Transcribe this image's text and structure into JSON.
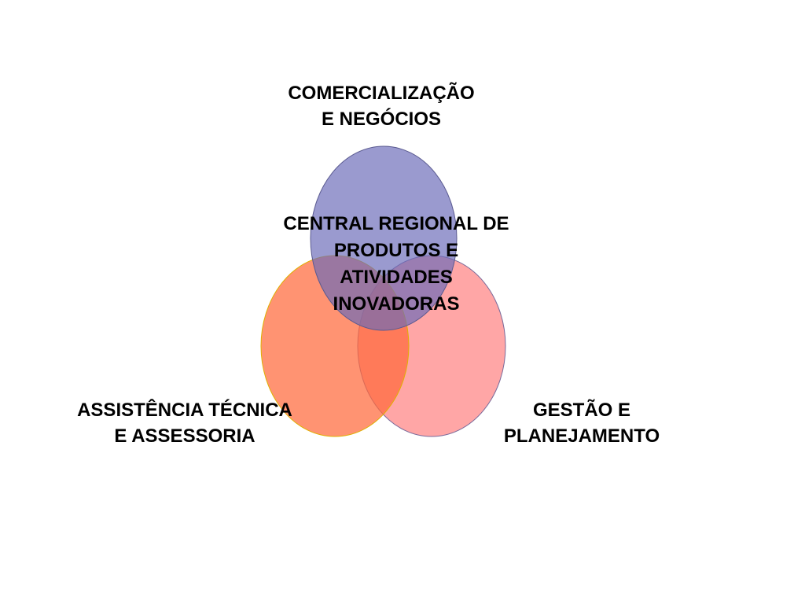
{
  "diagram": {
    "top_label": [
      "COMERCIALIZAÇÃO",
      "E NEGÓCIOS"
    ],
    "center_label": [
      "CENTRAL REGIONAL DE",
      "PRODUTOS E",
      "ATIVIDADES",
      "INOVADORAS"
    ],
    "left_label": [
      "ASSISTÊNCIA TÉCNICA",
      "E ASSESSORIA"
    ],
    "right_label": [
      "GESTÃO E",
      "PLANEJAMENTO"
    ],
    "colors": {
      "top_circle": "#8c8cc8",
      "left_circle": "#ff7a50",
      "right_circle": "#ff8a8a",
      "text": "#000000"
    }
  }
}
